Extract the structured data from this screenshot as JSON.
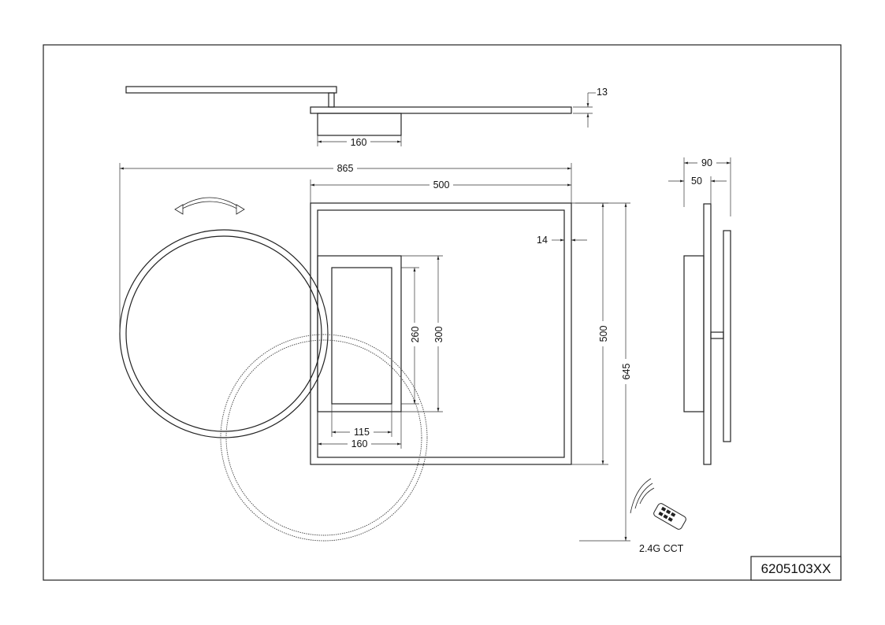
{
  "dimensions": {
    "top_view_width": "160",
    "thickness": "13",
    "overall_width": "865",
    "panel_width": "500",
    "frame_border": "14",
    "inner_height": "260",
    "body_height": "300",
    "panel_height": "500",
    "overall_height": "645",
    "inner_width": "115",
    "body_width": "160",
    "side_depth": "90",
    "side_body_depth": "50"
  },
  "remote": {
    "label": "2.4G CCT",
    "icon": "remote-control-icon"
  },
  "rotate_icon": "rotate-arrow-icon",
  "product_code": "6205103XX"
}
